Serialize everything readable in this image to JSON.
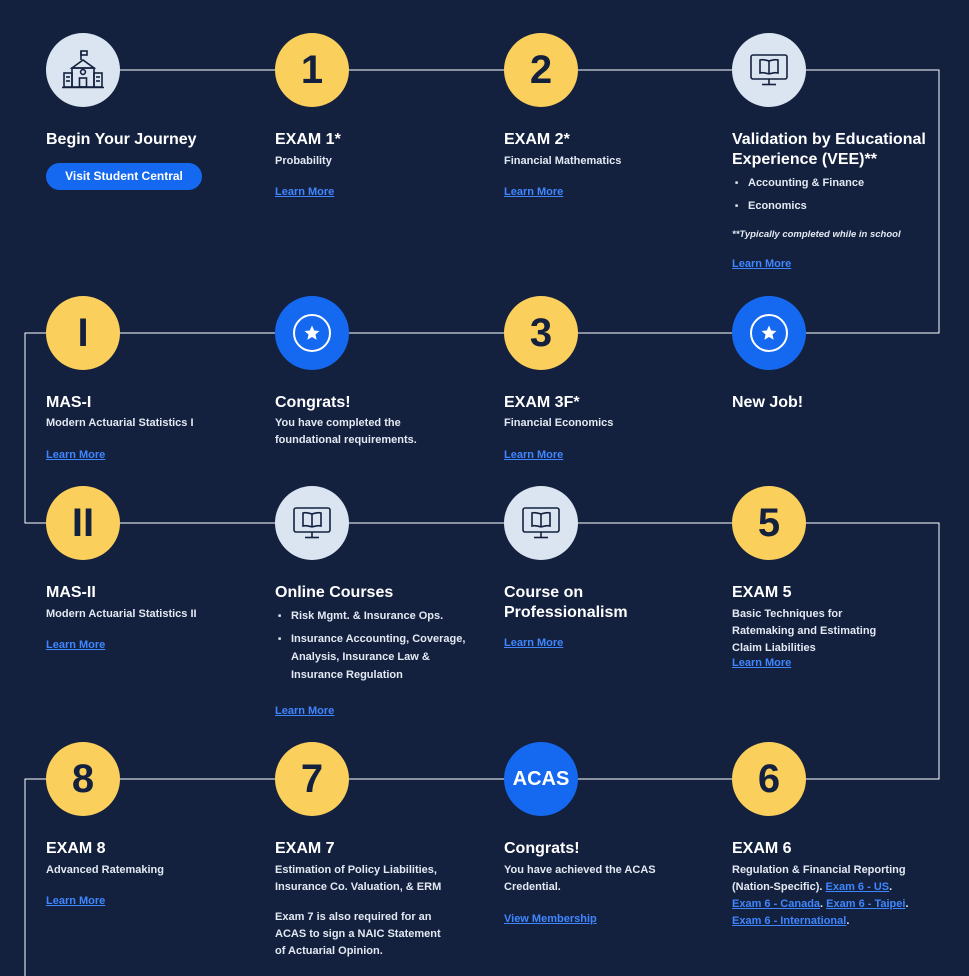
{
  "colors": {
    "background": "#13213f",
    "yellow": "#fbcf5c",
    "light": "#dbe5f1",
    "blue": "#1569f0",
    "link": "#3f86ff"
  },
  "start": {
    "icon": "schoolhouse-icon",
    "title": "Begin Your Journey",
    "button": "Visit Student Central"
  },
  "exam1": {
    "badge": "1",
    "title": "EXAM 1*",
    "subtitle": "Probability",
    "link": "Learn More"
  },
  "exam2": {
    "badge": "2",
    "title": "EXAM 2*",
    "subtitle": "Financial Mathematics",
    "link": "Learn More"
  },
  "vee": {
    "icon": "monitor-book-icon",
    "title": "Validation by Educational Experience (VEE)**",
    "items": [
      "Accounting & Finance",
      "Economics"
    ],
    "note": "**Typically completed while in school",
    "link": "Learn More"
  },
  "newjob": {
    "icon": "star-icon",
    "title": "New Job!"
  },
  "exam3f": {
    "badge": "3",
    "title": "EXAM 3F*",
    "subtitle": "Financial Economics",
    "link": "Learn More"
  },
  "congrats1": {
    "icon": "star-icon",
    "title": "Congrats!",
    "subtitle": "You have completed the foundational requirements."
  },
  "mas1": {
    "badge": "I",
    "title": "MAS-I",
    "subtitle": "Modern Actuarial Statistics I",
    "link": "Learn More"
  },
  "mas2": {
    "badge": "II",
    "title": "MAS-II",
    "subtitle": "Modern Actuarial Statistics II",
    "link": "Learn More"
  },
  "online": {
    "icon": "monitor-book-icon",
    "title": "Online Courses",
    "items": [
      "Risk Mgmt. & Insurance Ops.",
      "Insurance Accounting, Coverage, Analysis, Insurance Law & Insurance Regulation"
    ],
    "link": "Learn More"
  },
  "professionalism": {
    "icon": "monitor-book-icon",
    "title": "Course on Professionalism",
    "link": "Learn More"
  },
  "exam5": {
    "badge": "5",
    "title": "EXAM 5",
    "subtitle": "Basic Techniques for Ratemaking and Estimating Claim Liabilities",
    "link": "Learn More"
  },
  "exam6": {
    "badge": "6",
    "title": "EXAM 6",
    "subtitle": "Regulation & Financial Reporting (Nation-Specific).",
    "links": [
      "Exam 6 - US",
      "Exam 6 - Canada",
      "Exam 6 - Taipei",
      "Exam 6 - International"
    ]
  },
  "acas": {
    "badge": "ACAS",
    "title": "Congrats!",
    "subtitle": "You have achieved the ACAS Credential.",
    "link": "View Membership"
  },
  "exam7": {
    "badge": "7",
    "title": "EXAM 7",
    "subtitle": "Estimation of Policy Liabilities, Insurance Co. Valuation, & ERM",
    "note": "Exam 7 is also required for an ACAS to sign a NAIC Statement of Actuarial Opinion."
  },
  "exam8": {
    "badge": "8",
    "title": "EXAM 8",
    "subtitle": "Advanced Ratemaking",
    "link": "Learn More"
  }
}
